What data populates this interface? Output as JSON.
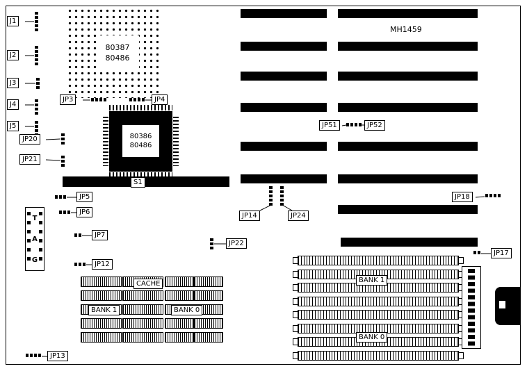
{
  "colors": {
    "line": "#000000",
    "background": "#ffffff"
  },
  "model": "MH1459",
  "chips": {
    "pga": [
      "80387",
      "80486"
    ],
    "qfp": [
      "80386",
      "80486"
    ]
  },
  "tag_letters": [
    "T",
    "A",
    "G"
  ],
  "labels": {
    "j1": "J1",
    "j2": "J2",
    "j3": "J3",
    "j4": "J4",
    "j5": "J5",
    "jp3": "JP3",
    "jp4": "JP4",
    "jp5": "JP5",
    "jp6": "JP6",
    "jp7": "JP7",
    "jp12": "JP12",
    "jp13": "JP13",
    "jp14": "JP14",
    "jp17": "JP17",
    "jp18": "JP18",
    "jp20": "JP20",
    "jp21": "JP21",
    "jp22": "JP22",
    "jp24": "JP24",
    "jp51": "JP51",
    "jp52": "JP52",
    "s1": "S1",
    "cache": "CACHE",
    "cache_bank1": "BANK 1",
    "cache_bank0": "BANK 0",
    "simm_bank1": "BANK 1",
    "simm_bank0": "BANK 0"
  }
}
